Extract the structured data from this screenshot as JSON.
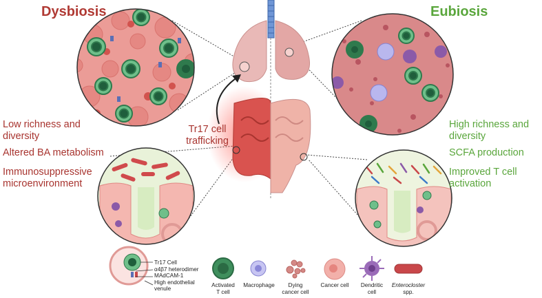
{
  "headings": {
    "left": "Dysbiosis",
    "right": "Eubiosis"
  },
  "left_points": {
    "p1": [
      "Low richness and",
      "diversity"
    ],
    "p2": "Altered BA metabolism",
    "p3": [
      "Immunosuppressive",
      "microenvironment"
    ]
  },
  "right_points": {
    "p1": [
      "High richness and",
      "diversity"
    ],
    "p2": "SCFA production",
    "p3": [
      "Improved T cell",
      "activation"
    ]
  },
  "trafficking": [
    "Tr17 cell",
    "trafficking"
  ],
  "legend": {
    "venule_labels": [
      "Tr17 Cell",
      "α4β7 heterodimer",
      "MAdCAM-1",
      "High endothelial",
      "venule"
    ],
    "items": [
      {
        "label": [
          "Activated",
          "T cell"
        ],
        "italic": false
      },
      {
        "label": [
          "Macrophage"
        ],
        "italic": false
      },
      {
        "label": [
          "Dying",
          "cancer cell"
        ],
        "italic": false
      },
      {
        "label": [
          "Cancer cell"
        ],
        "italic": false
      },
      {
        "label": [
          "Dendritic",
          "cell"
        ],
        "italic": false
      },
      {
        "label": [
          "Enterocloster",
          "spp."
        ],
        "italic": true
      }
    ]
  },
  "colors": {
    "dysbiosis": "#b03a34",
    "eubiosis": "#5aa63c",
    "tissue_pink": "#f2a6a0",
    "tcell_green": "#5fae7f",
    "macrophage": "#a9a7e6",
    "dendritic": "#8b5aa8",
    "enterocloster": "#c9474a"
  }
}
